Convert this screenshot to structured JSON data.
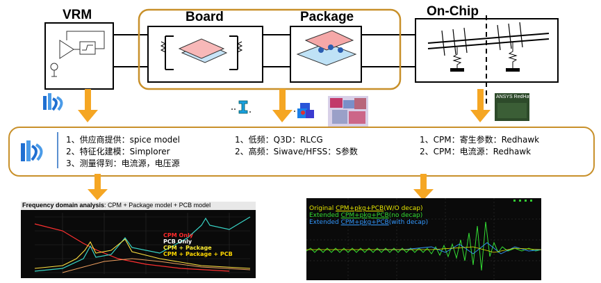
{
  "blocks": {
    "vrm": "VRM",
    "board": "Board",
    "package": "Package",
    "onchip": "On-Chip"
  },
  "redhawk_logo": "ANSYS RedHawk",
  "info": {
    "left": [
      "1、供应商提供：spice model",
      "2、特征化建模：Simplorer",
      "3、测量得到：电流源，电压源"
    ],
    "middle": [
      "1、低频：Q3D：RLCG",
      "2、高频：Siwave/HFSS：S参数"
    ],
    "right": [
      "1、CPM：寄生参数：Redhawk",
      "2、CPM：电流源：Redhawk"
    ]
  },
  "freq_plot": {
    "title_bold": "Frequency domain analysis",
    "title_rest": ": CPM + Package model + PCB model",
    "legend": [
      {
        "label": "CPM Only",
        "color": "#ff2a2a"
      },
      {
        "label": "PCB Only",
        "color": "#ffffff"
      },
      {
        "label": "CPM + Package",
        "color": "#ffee33"
      },
      {
        "label": "CPM + Package + PCB",
        "color": "#ffd800"
      }
    ]
  },
  "wave_plot": {
    "lines": [
      {
        "prefix": "Original ",
        "u": "CPM+pkg+PCB",
        "suffix": "(W/O decap)",
        "color": "#e6e600"
      },
      {
        "prefix": "Extended ",
        "u": "CPM+pkg+PCB",
        "suffix": "(no decap)",
        "color": "#33dd33"
      },
      {
        "prefix": "Extended ",
        "u": "CPM+pkg+PCB",
        "suffix": "(with decap)",
        "color": "#3399ff"
      }
    ]
  },
  "colors": {
    "arrow": "#f5a623",
    "board_outline": "#c8902a",
    "plot_bg": "#0a0a0a"
  }
}
